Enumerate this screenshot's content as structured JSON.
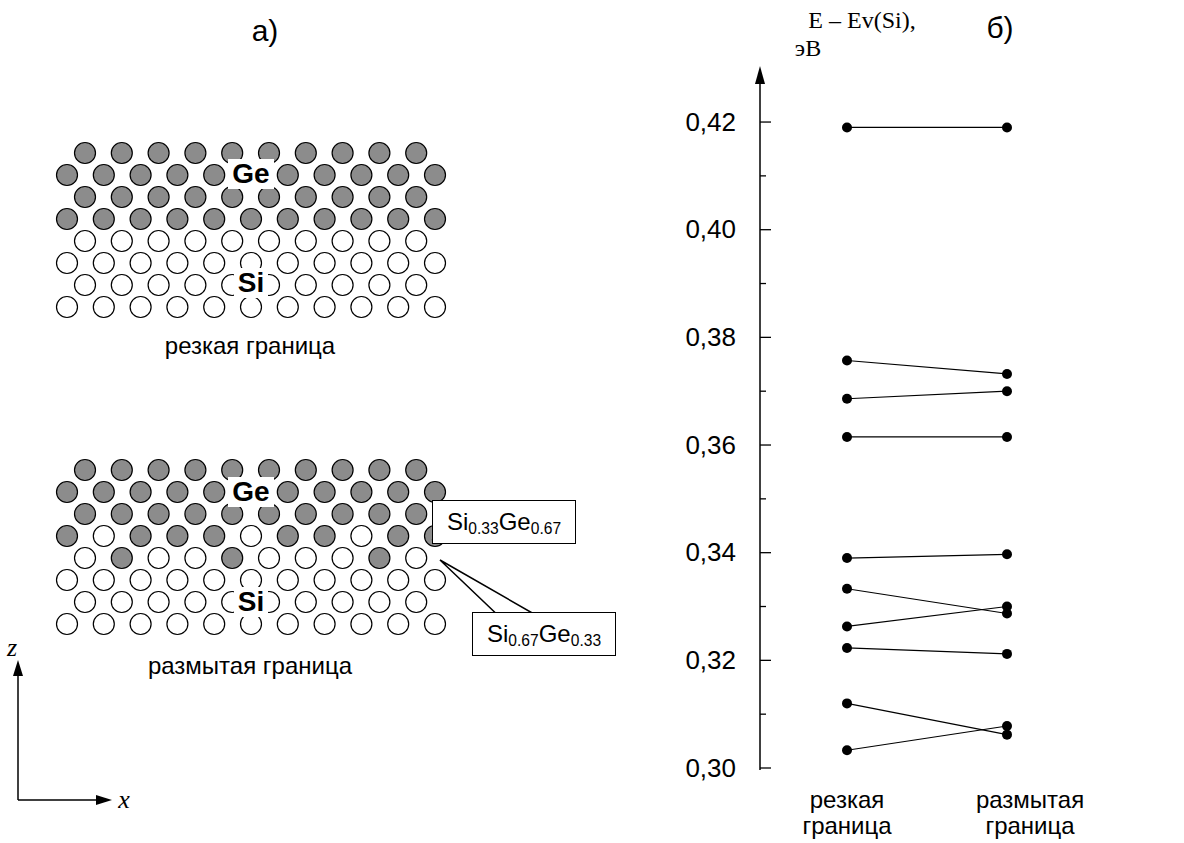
{
  "diagram": {
    "nodes": [
      {
        "text": [
          "Si0.33Ge0.67"
        ]
      },
      {
        "text": [
          "Si0.67Ge0.33"
        ]
      }
    ],
    "labels": [
      "а)",
      "Ge",
      "Si",
      "резкая граница",
      "Ge",
      "Si",
      "размытая граница",
      "z",
      "x",
      "E – Ev(Si),",
      "эВ",
      "б)",
      "0,42",
      "0,40",
      "0,38",
      "0,36",
      "0,34",
      "0,32",
      "0,30",
      "резкая граница",
      "размытая граница"
    ]
  }
}
